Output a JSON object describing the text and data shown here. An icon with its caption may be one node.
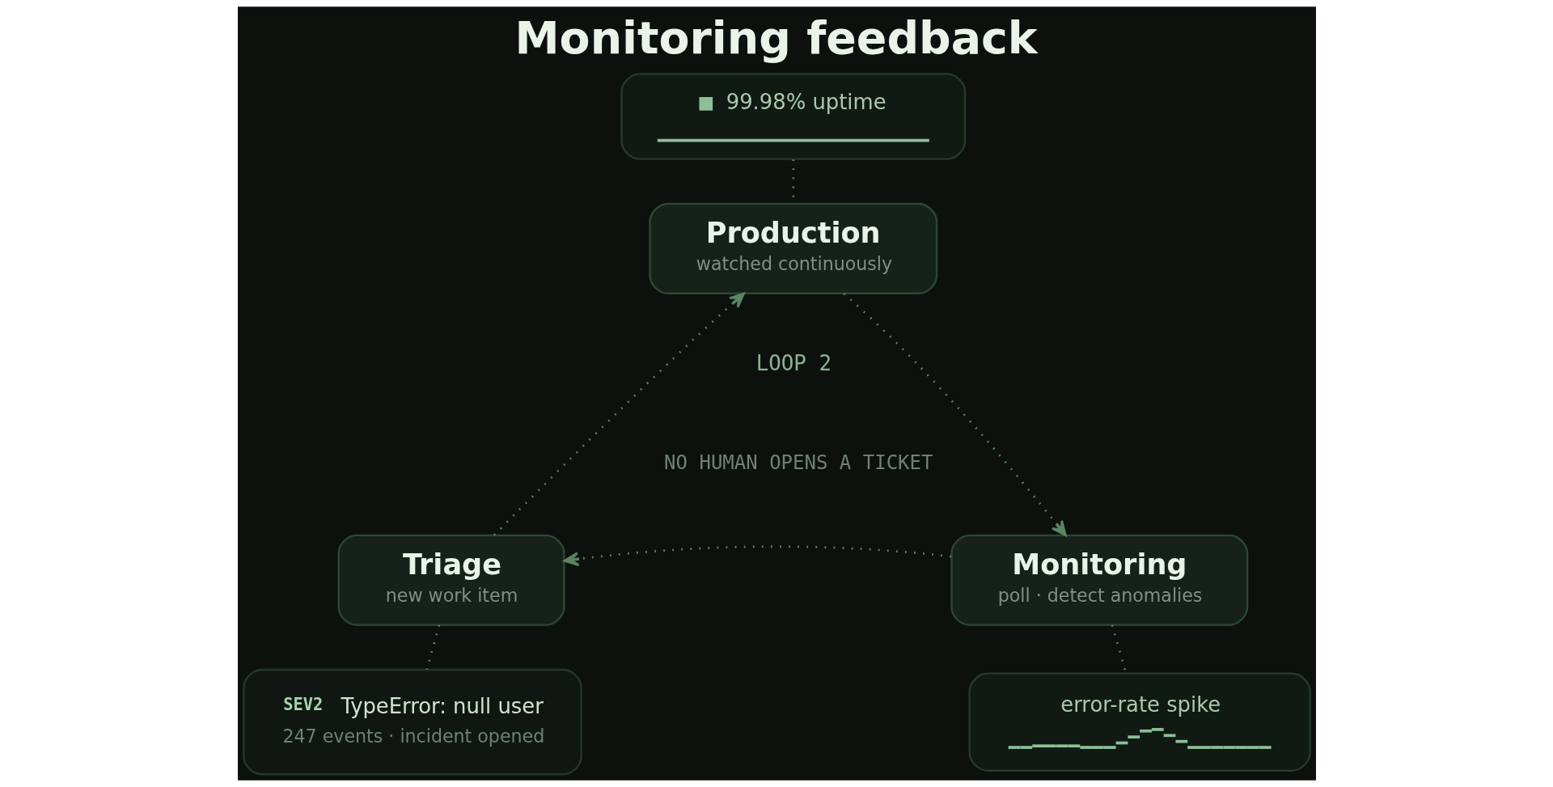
{
  "diagram": {
    "title": "Monitoring feedback",
    "nodes": [
      {
        "text": [
          "99.98% uptime"
        ]
      },
      {
        "text": [
          "Production",
          "watched continuously"
        ]
      },
      {
        "text": [
          "Triage",
          "new work item"
        ]
      },
      {
        "text": [
          "Monitoring",
          "poll · detect anomalies"
        ]
      },
      {
        "text": [
          "SEV2",
          "TypeError: null user",
          "247 events · incident opened"
        ]
      },
      {
        "text": [
          "error-rate spike"
        ]
      }
    ],
    "edges": [
      {
        "from": 0,
        "to": 1,
        "arrow": "none",
        "style": "dashed"
      },
      {
        "from": 1,
        "to": 3,
        "arrow": "to",
        "style": "dashed"
      },
      {
        "from": 3,
        "to": 2,
        "arrow": "to",
        "style": "dashed"
      },
      {
        "from": 2,
        "to": 1,
        "arrow": "to",
        "style": "dashed"
      },
      {
        "from": 2,
        "to": 4,
        "arrow": "none",
        "style": "dashed"
      },
      {
        "from": 3,
        "to": 5,
        "arrow": "none",
        "style": "dashed"
      }
    ],
    "labels": [
      "LOOP 2",
      "NO HUMAN OPENS A TICKET"
    ]
  }
}
